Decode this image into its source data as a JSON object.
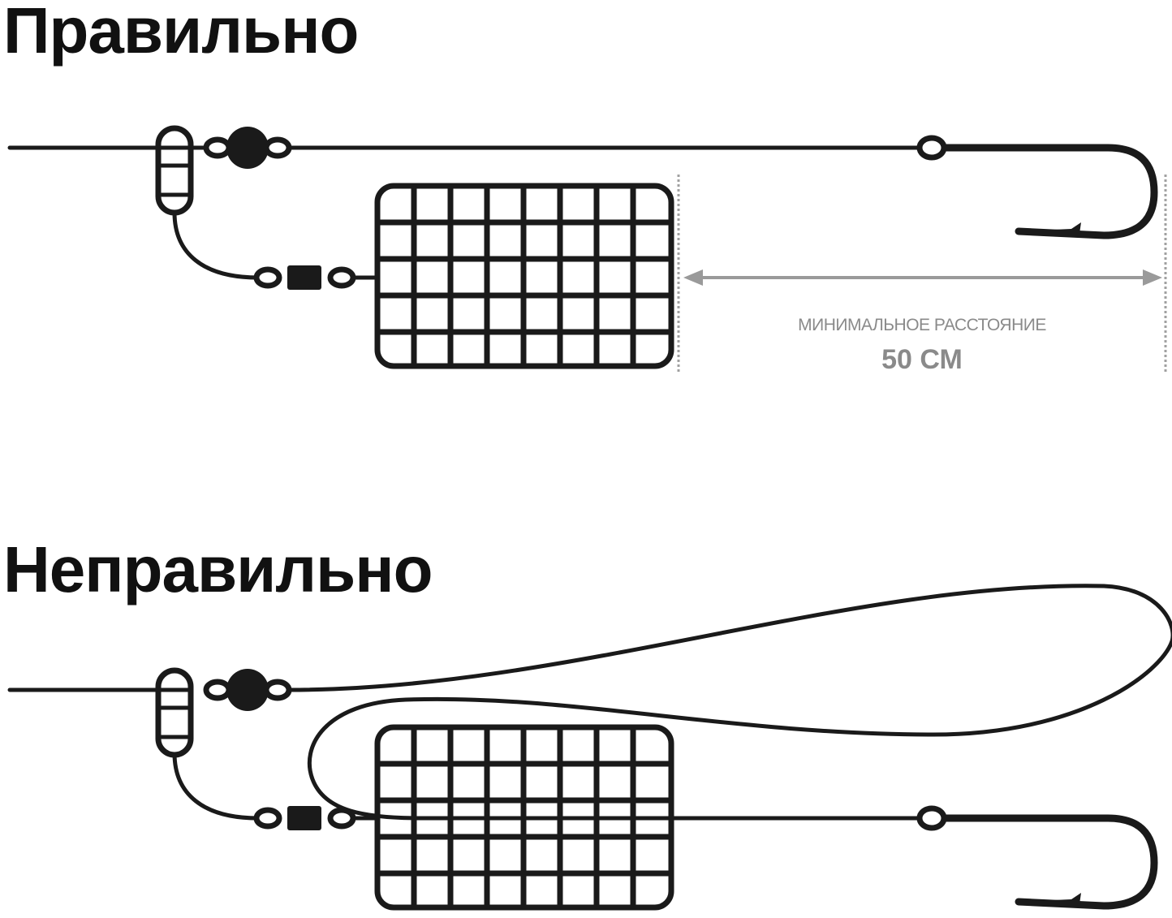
{
  "correct": {
    "title": "Правильно",
    "distance_label": "МИНИМАЛЬНОЕ РАССТОЯНИЕ",
    "distance_value": "50 СМ"
  },
  "incorrect": {
    "title": "Неправильно"
  },
  "colors": {
    "line": "#1a1a1a",
    "dimension": "#9a9a9a"
  }
}
